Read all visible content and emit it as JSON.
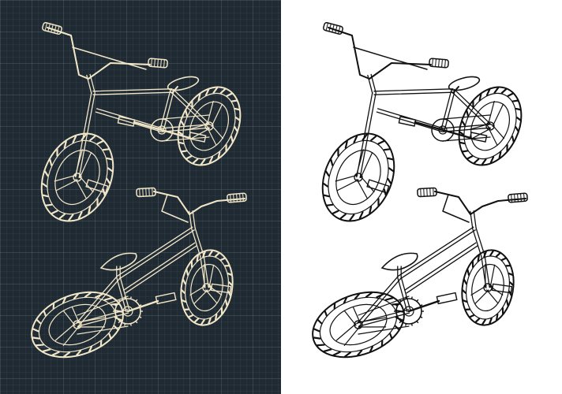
{
  "colors": {
    "dark_background": "#1f2a33",
    "dark_line": "#f1e6c8",
    "light_background": "#ffffff",
    "light_line": "#111111"
  },
  "panels": [
    {
      "theme": "dark",
      "drawings": [
        "bmx-bike-front-view",
        "bmx-bike-rear-view"
      ]
    },
    {
      "theme": "light",
      "drawings": [
        "bmx-bike-front-view",
        "bmx-bike-rear-view"
      ]
    }
  ]
}
